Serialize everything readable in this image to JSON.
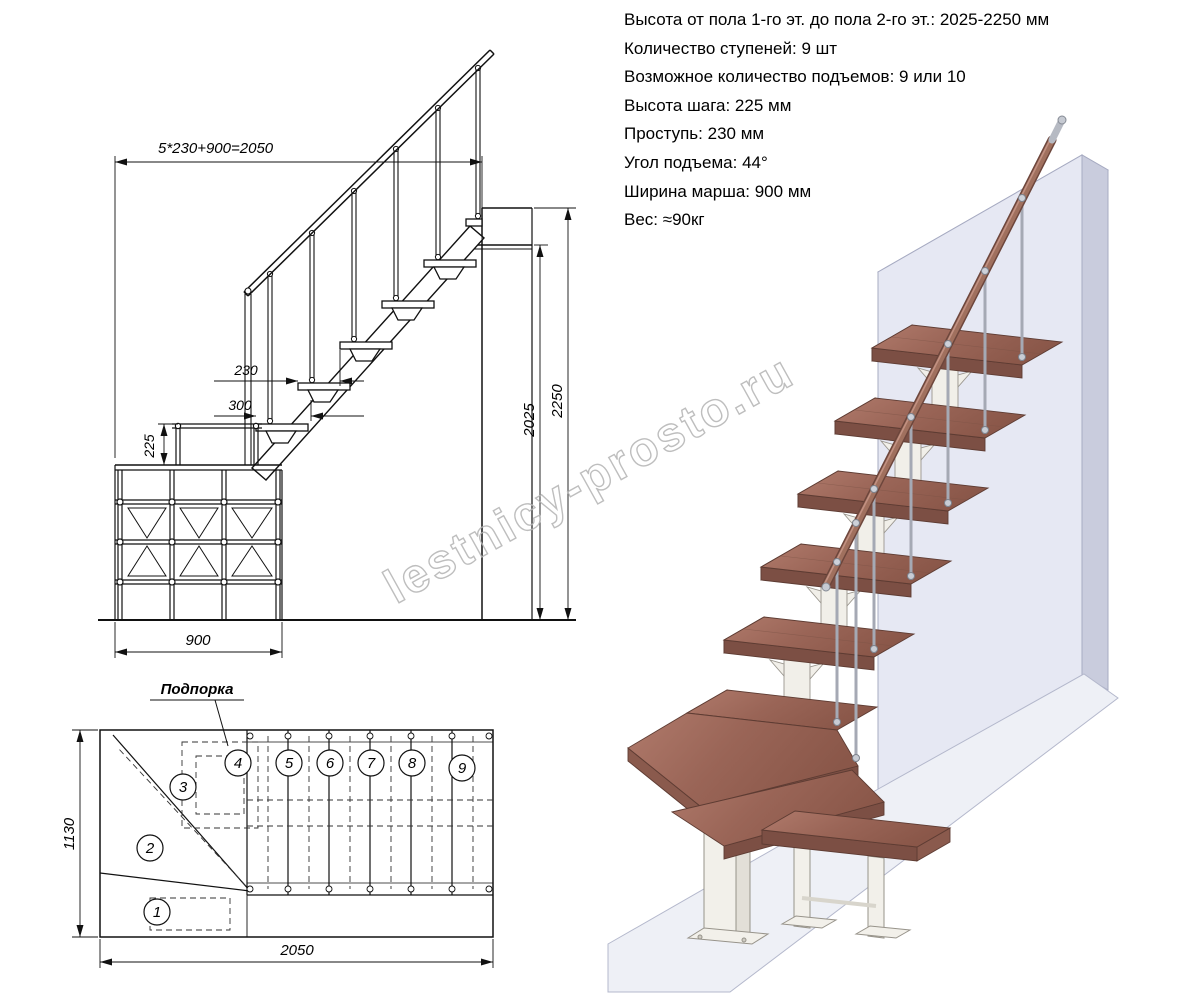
{
  "specs": {
    "lines": [
      "Высота от пола 1-го эт. до пола 2-го эт.: 2025-2250 мм",
      "Количество ступеней: 9 шт",
      "Возможное количество подъемов: 9 или 10",
      "Высота шага: 225 мм",
      "Проступь: 230 мм",
      "Угол подъема: 44°",
      "Ширина марша: 900 мм",
      "Вес: ≈90кг"
    ]
  },
  "elevation": {
    "dims": {
      "total_run": "5*230+900=2050",
      "tread_run": "230",
      "first_tread": "300",
      "rise": "225",
      "floor_height_max": "2250",
      "floor_height_min": "2025",
      "platform_width": "900"
    }
  },
  "plan": {
    "support_label": "Подпорка",
    "dims": {
      "depth": "1130",
      "length": "2050"
    },
    "steps": [
      "1",
      "2",
      "3",
      "4",
      "5",
      "6",
      "7",
      "8",
      "9"
    ]
  },
  "watermark": {
    "text": "lestnicy-prosto.ru"
  },
  "colors": {
    "wood": "#9a6557",
    "wall": "#e6e8f3",
    "metal_frame": "#f1efe9",
    "line": "#111111"
  }
}
